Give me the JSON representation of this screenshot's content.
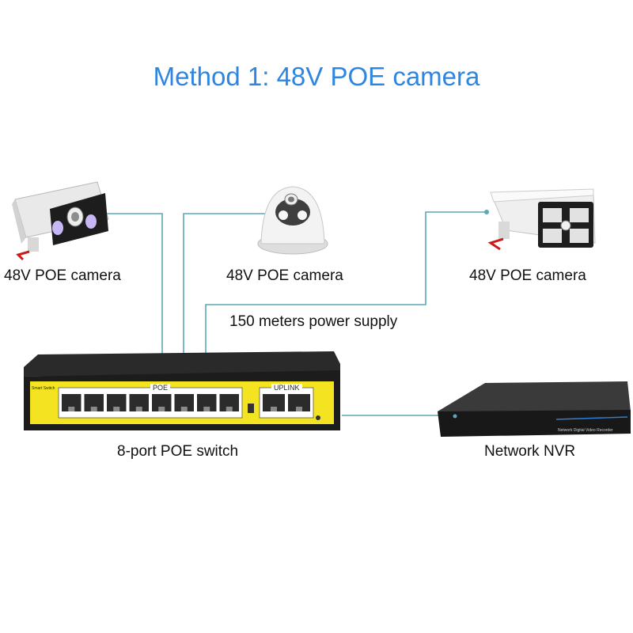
{
  "title": "Method 1: 48V POE camera",
  "cameras": [
    {
      "label": "48V POE camera",
      "icon": "bullet-camera-icon"
    },
    {
      "label": "48V POE camera",
      "icon": "dome-camera-icon"
    },
    {
      "label": "48V POE camera",
      "icon": "bullet-camera-icon"
    }
  ],
  "distance_label": "150 meters power supply",
  "switch": {
    "label": "8-port POE switch",
    "brand": "Smart Switch",
    "poe_group": "POE",
    "uplink_group": "UPLINK",
    "port_count": 8,
    "uplink_count": 2
  },
  "nvr": {
    "label": "Network NVR",
    "panel_text": "Network Digital Video Recorder"
  },
  "colors": {
    "title": "#2f86e0",
    "wire": "#5aa9b6",
    "switch_panel": "#f3e321",
    "device_body": "#1c1c1c"
  }
}
